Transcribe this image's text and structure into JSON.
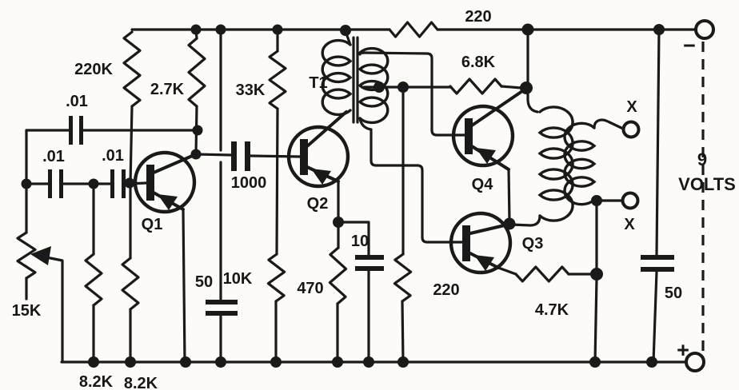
{
  "figure": {
    "kind": "schematic",
    "description": "Scanned four-transistor audio amplifier circuit schematic with interstage transformer T1, output transformer to X-X terminals, and 9-volt supply",
    "colors": {
      "ink": "#1a1a1a",
      "paper": "#fcfbf8"
    }
  },
  "labels": {
    "r_220k": "220K",
    "c_01_top": ".01",
    "c_01_a": ".01",
    "c_01_b": ".01",
    "r_15k": "15K",
    "r_82k_a": "8.2K",
    "r_82k_b": "8.2K",
    "q1": "Q1",
    "r_27k": "2.7K",
    "c_50_left": "50",
    "r_10k": "10K",
    "c_1000": "1000",
    "r_33k": "33K",
    "t1": "T1",
    "q2": "Q2",
    "r_470": "470",
    "c_10": "10",
    "r_220_mid": "220",
    "r_220_top": "220",
    "r_68k": "6.8K",
    "q4": "Q4",
    "q3": "Q3",
    "r_47k": "4.7K",
    "x_upper": "X",
    "x_lower": "X",
    "c_50_right": "50",
    "minus": "−",
    "plus": "+",
    "volts_9": "9",
    "volts": "VOLTS"
  },
  "components": [
    {
      "type": "resistor",
      "value": "220K"
    },
    {
      "type": "resistor",
      "value": "2.7K"
    },
    {
      "type": "resistor",
      "value": "33K"
    },
    {
      "type": "resistor",
      "value": "10K"
    },
    {
      "type": "resistor",
      "value": "470"
    },
    {
      "type": "resistor",
      "value": "220"
    },
    {
      "type": "resistor",
      "value": "220"
    },
    {
      "type": "resistor",
      "value": "6.8K"
    },
    {
      "type": "resistor",
      "value": "4.7K"
    },
    {
      "type": "resistor",
      "value": "8.2K"
    },
    {
      "type": "resistor",
      "value": "8.2K"
    },
    {
      "type": "potentiometer",
      "value": "15K"
    },
    {
      "type": "capacitor",
      "value": ".01"
    },
    {
      "type": "capacitor",
      "value": ".01"
    },
    {
      "type": "capacitor",
      "value": ".01"
    },
    {
      "type": "capacitor",
      "value": "1000"
    },
    {
      "type": "capacitor",
      "value": "50"
    },
    {
      "type": "capacitor",
      "value": "10"
    },
    {
      "type": "capacitor",
      "value": "50"
    },
    {
      "type": "transistor",
      "ref": "Q1"
    },
    {
      "type": "transistor",
      "ref": "Q2"
    },
    {
      "type": "transistor",
      "ref": "Q3"
    },
    {
      "type": "transistor",
      "ref": "Q4"
    },
    {
      "type": "transformer",
      "ref": "T1"
    },
    {
      "type": "transformer",
      "ref": ""
    },
    {
      "type": "terminal",
      "label": "X"
    },
    {
      "type": "terminal",
      "label": "X"
    },
    {
      "type": "terminal",
      "label": "−"
    },
    {
      "type": "terminal",
      "label": "+"
    },
    {
      "type": "supply",
      "label": "9 VOLTS"
    }
  ]
}
